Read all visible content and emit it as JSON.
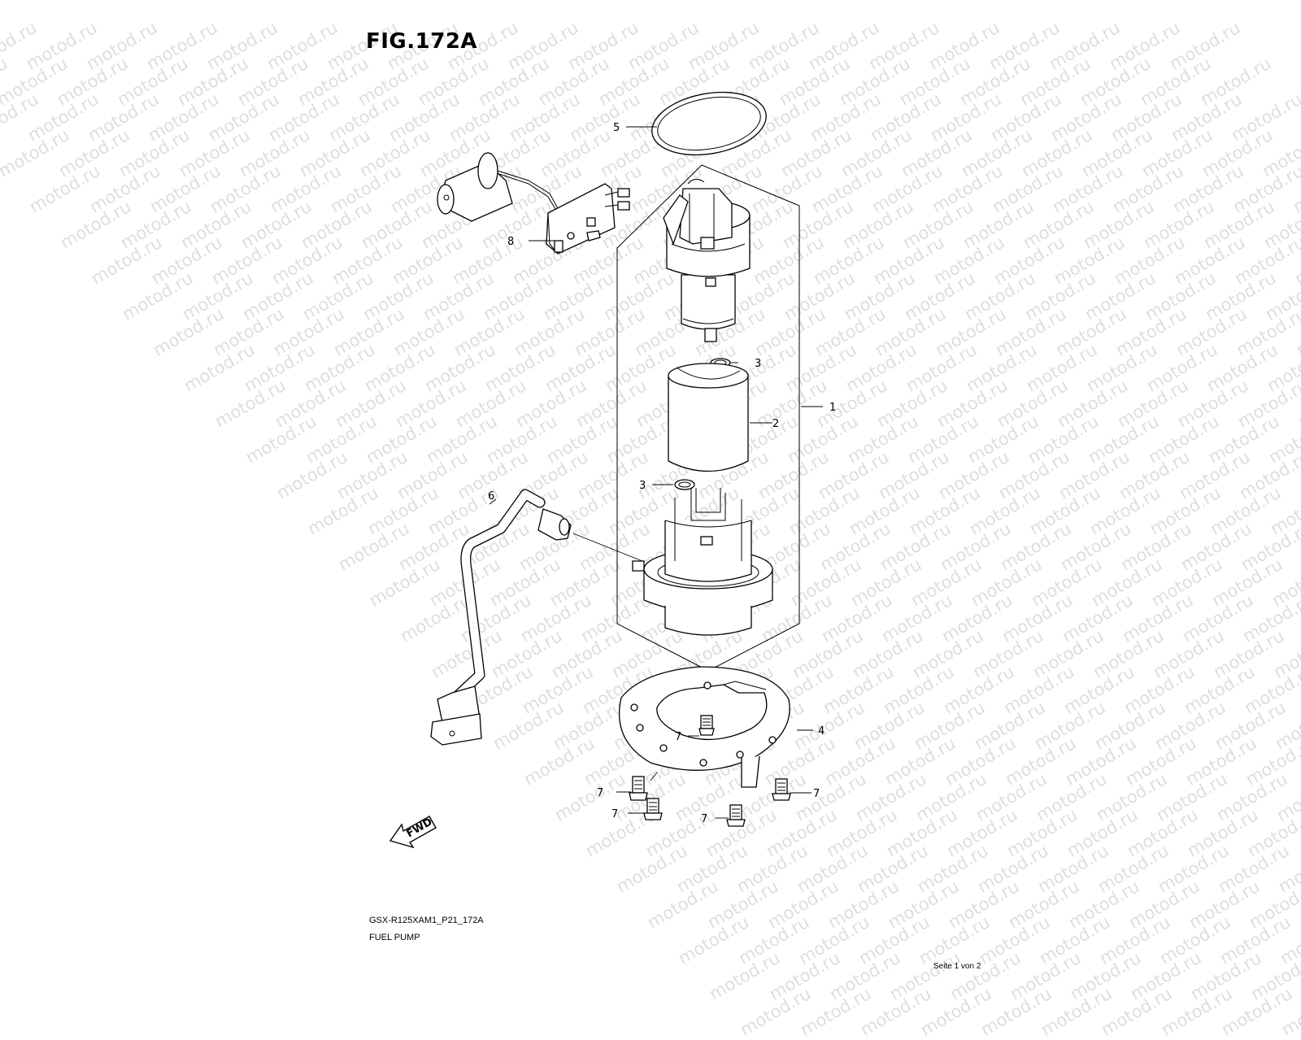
{
  "figure": {
    "title": "FIG.172A"
  },
  "watermark": {
    "text": "motod.ru"
  },
  "callouts": {
    "part1": "1",
    "part2": "2",
    "part3_top": "3",
    "part3_bottom": "3",
    "part4": "4",
    "part5": "5",
    "part6": "6",
    "part7_center": "7",
    "part7_left_top": "7",
    "part7_left_bottom": "7",
    "part7_bottom": "7",
    "part7_right": "7",
    "part8": "8"
  },
  "fwd_label": "FWD",
  "footer": {
    "code": "GSX-R125XAM1_P21_172A",
    "name": "FUEL PUMP",
    "page": "Seite 1 von 2"
  }
}
